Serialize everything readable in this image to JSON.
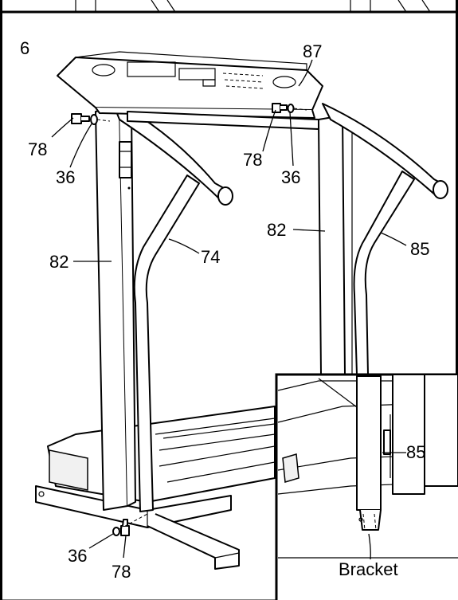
{
  "step_number": "6",
  "callouts": {
    "console": "87",
    "bolt_left_upper": "78",
    "washer_left_upper": "36",
    "bolt_right_upper": "78",
    "washer_right_upper": "36",
    "upright_left": "82",
    "upright_right": "82",
    "handrail_left": "74",
    "handrail_right": "85",
    "washer_bottom": "36",
    "bolt_bottom": "78"
  },
  "inset": {
    "part_label": "85",
    "bracket_label": "Bracket"
  }
}
